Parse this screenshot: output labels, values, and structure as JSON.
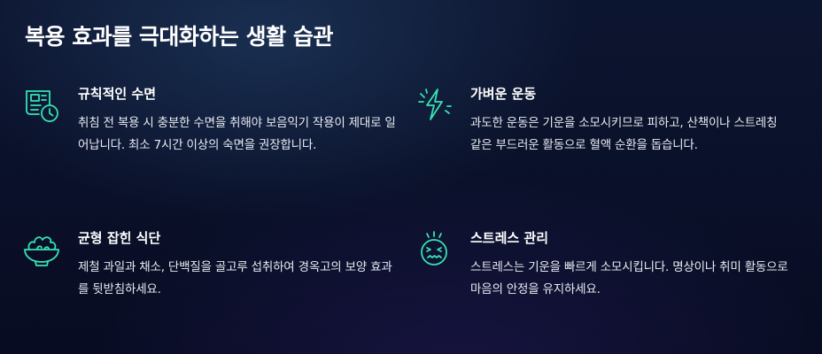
{
  "page": {
    "title": "복용 효과를 극대화하는 생활 습관"
  },
  "theme": {
    "accent": "#35e3b3",
    "background": "#0a1029"
  },
  "cards": [
    {
      "icon": "newspaper-clock-icon",
      "heading": "규칙적인 수면",
      "body": "취침 전 복용 시 충분한 수면을 취해야 보음익기 작용이 제대로 일어납니다. 최소 7시간 이상의 숙면을 권장합니다."
    },
    {
      "icon": "lightning-bolt-icon",
      "heading": "가벼운 운동",
      "body": "과도한 운동은 기운을 소모시키므로 피하고, 산책이나 스트레칭 같은 부드러운 활동으로 혈액 순환을 돕습니다."
    },
    {
      "icon": "salad-bowl-icon",
      "heading": "균형 잡힌 식단",
      "body": "제철 과일과 채소, 단백질을 골고루 섭취하여 경옥고의 보양 효과를 뒷받침하세요."
    },
    {
      "icon": "stressed-face-icon",
      "heading": "스트레스 관리",
      "body": "스트레스는 기운을 빠르게 소모시킵니다. 명상이나 취미 활동으로 마음의 안정을 유지하세요."
    }
  ]
}
